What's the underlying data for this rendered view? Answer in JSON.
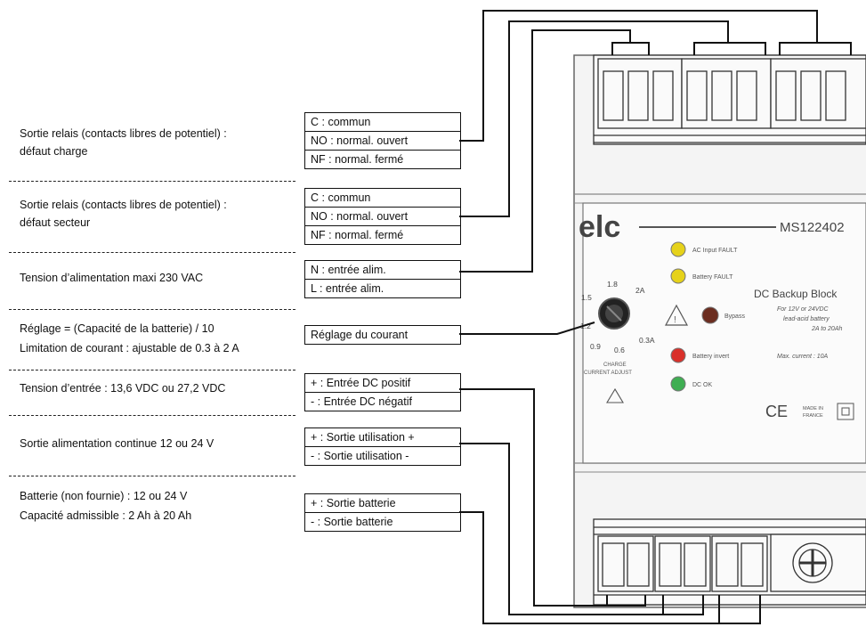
{
  "descriptions": {
    "relay_charge_line1": "Sortie relais (contacts libres de potentiel) :",
    "relay_charge_line2": "défaut charge",
    "relay_mains_line1": "Sortie relais (contacts libres de potentiel) :",
    "relay_mains_line2": "défaut secteur",
    "supply": "Tension  d’alimentation maxi 230 VAC",
    "setting_line1": "Réglage = (Capacité de la batterie) / 10",
    "setting_line2": "Limitation de courant : ajustable de 0.3 à 2 A",
    "input_voltage": "Tension d’entrée : 13,6 VDC ou 27,2 VDC",
    "dc_output": "Sortie alimentation continue 12 ou 24  V",
    "battery_line1": "Batterie (non fournie) : 12 ou 24 V",
    "battery_line2": "Capacité admissible : 2 Ah à 20 Ah"
  },
  "boxes": {
    "relay_charge": [
      "C : commun",
      "NO : normal. ouvert",
      "NF : normal. fermé"
    ],
    "relay_mains": [
      "C : commun",
      "NO : normal. ouvert",
      "NF : normal. fermé"
    ],
    "mains": [
      "N : entrée alim.",
      "L : entrée alim."
    ],
    "adjust": [
      "Réglage du courant"
    ],
    "dc_input": [
      "+ : Entrée DC positif",
      "- : Entrée DC négatif"
    ],
    "dc_output": [
      "+ : Sortie utilisation +",
      "- : Sortie utilisation -"
    ],
    "battery": [
      "+ : Sortie batterie",
      "-  :  Sortie batterie"
    ]
  },
  "device": {
    "logo": "elc",
    "model": "MS122402",
    "title": "DC Backup Block",
    "spec_line1": "For 12V or 24VDC",
    "spec_line2": "lead-acid battery",
    "spec_line3": "2A to 20Ah",
    "max_current": "Max. current : 10A",
    "led_ac_fault": "AC Input FAULT",
    "led_battery_fault": "Battery FAULT",
    "led_bypass": "Bypass",
    "led_battery_invert": "Battery invert",
    "led_dc_ok": "DC OK",
    "dial_marks": [
      "1.5",
      "1.8",
      "2A",
      "1.2",
      "0.3A",
      "0.9",
      "0.6"
    ],
    "dial_caption_line1": "CHARGE",
    "dial_caption_line2": "CURRENT ADJUST",
    "ce_mark": "CE",
    "made_in_line1": "MADE IN",
    "made_in_line2": "FRANCE",
    "colors": {
      "led_yellow": "#e6d21a",
      "led_red": "#d9302a",
      "led_green": "#3fae52",
      "led_brown": "#6b2d20"
    }
  }
}
